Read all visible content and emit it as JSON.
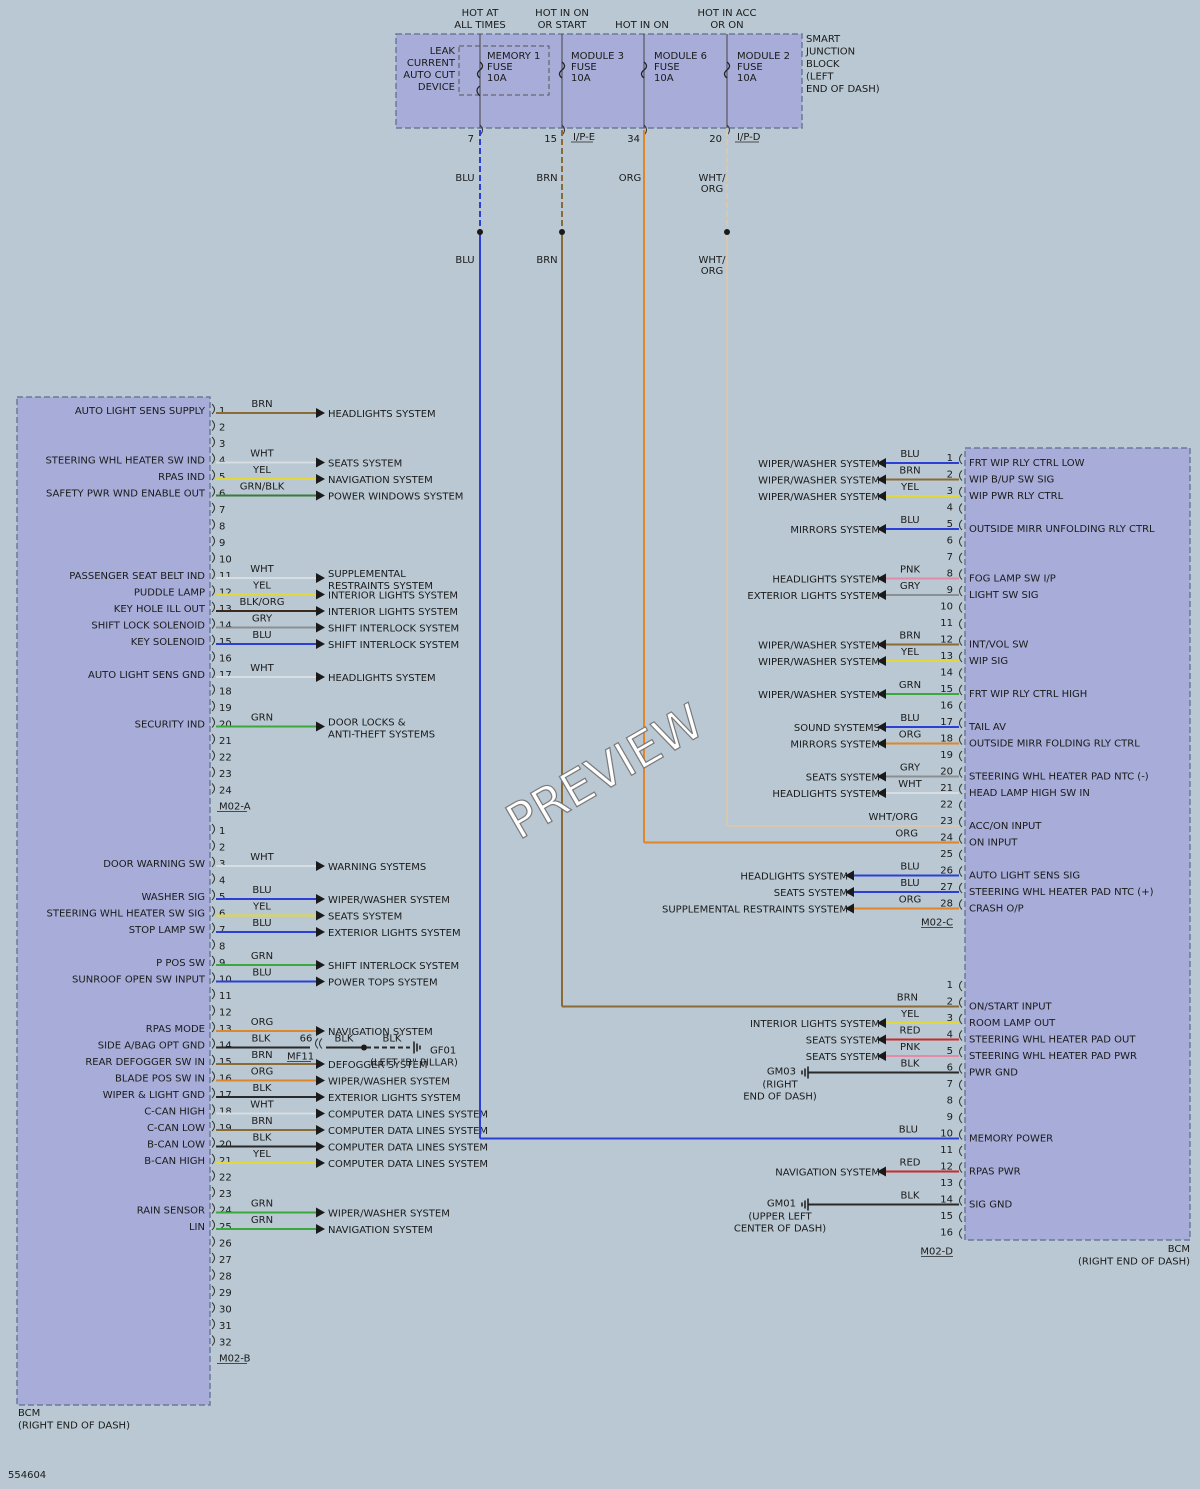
{
  "figure_id": "554604",
  "watermark": "PREVIEW",
  "colors": {
    "BLU": "#2b3fd6",
    "BRN": "#8a6a35",
    "ORG": "#e0862a",
    "WHT": "#d8dde2",
    "YEL": "#e3d83a",
    "GRN": "#3aa83a",
    "BLK": "#2a2a2a",
    "GRY": "#8c8f92",
    "RED": "#cc2a2a",
    "PNK": "#e28aa8",
    "BLK/ORG": "#3a2a1a",
    "GRN/BLK": "#3a7a3a",
    "WHT/ORG": "#d8c8b0",
    "box": "#a7add8",
    "boxStroke": "#6a7a9a"
  },
  "junction_block": {
    "label": [
      "SMART",
      "JUNCTION",
      "BLOCK",
      "(LEFT",
      "END OF DASH)"
    ],
    "headers": [
      [
        "HOT AT",
        "ALL TIMES"
      ],
      [
        "HOT IN ON",
        "OR START"
      ],
      [
        "HOT IN ON"
      ],
      [
        "HOT IN ACC",
        "OR ON"
      ]
    ],
    "leak_device": [
      "LEAK",
      "CURRENT",
      "AUTO CUT",
      "DEVICE"
    ],
    "fuses": [
      {
        "name": [
          "MEMORY 1",
          "FUSE",
          "10A"
        ]
      },
      {
        "name": [
          "MODULE 3",
          "FUSE",
          "10A"
        ]
      },
      {
        "name": [
          "MODULE 6",
          "FUSE",
          "10A"
        ]
      },
      {
        "name": [
          "MODULE 2",
          "FUSE",
          "10A"
        ]
      }
    ],
    "pins": [
      "7",
      "15",
      "34",
      "20"
    ],
    "connectors": [
      "I/P-E",
      "I/P-D"
    ],
    "wires": [
      {
        "color": "BLU",
        "labels": [
          "BLU",
          "BLU"
        ]
      },
      {
        "color": "BRN",
        "labels": [
          "BRN",
          "BRN"
        ]
      },
      {
        "color": "ORG",
        "labels": [
          "ORG"
        ]
      },
      {
        "color": "WHT/ORG",
        "labels": [
          "WHT/\nORG",
          "WHT/\nORG"
        ]
      }
    ]
  },
  "bcm_left": {
    "label": [
      "BCM",
      "(RIGHT END OF DASH)"
    ],
    "connectors": [
      {
        "name": "M02-A",
        "pins": [
          {
            "n": "1",
            "sig": "AUTO LIGHT SENS SUPPLY",
            "wire": "BRN",
            "dest": "HEADLIGHTS SYSTEM"
          },
          {
            "n": "2"
          },
          {
            "n": "3"
          },
          {
            "n": "4",
            "sig": "STEERING WHL HEATER SW IND",
            "wire": "WHT",
            "dest": "SEATS SYSTEM"
          },
          {
            "n": "5",
            "sig": "RPAS IND",
            "wire": "YEL",
            "dest": "NAVIGATION SYSTEM"
          },
          {
            "n": "6",
            "sig": "SAFETY PWR WND ENABLE OUT",
            "wire": "GRN/BLK",
            "dest": "POWER WINDOWS SYSTEM"
          },
          {
            "n": "7"
          },
          {
            "n": "8"
          },
          {
            "n": "9"
          },
          {
            "n": "10"
          },
          {
            "n": "11",
            "sig": "PASSENGER SEAT BELT IND",
            "wire": "WHT",
            "dest": "SUPPLEMENTAL\nRESTRAINTS SYSTEM"
          },
          {
            "n": "12",
            "sig": "PUDDLE LAMP",
            "wire": "YEL",
            "dest": "INTERIOR LIGHTS SYSTEM"
          },
          {
            "n": "13",
            "sig": "KEY HOLE ILL OUT",
            "wire": "BLK/ORG",
            "dest": "INTERIOR LIGHTS SYSTEM"
          },
          {
            "n": "14",
            "sig": "SHIFT LOCK SOLENOID",
            "wire": "GRY",
            "dest": "SHIFT INTERLOCK SYSTEM"
          },
          {
            "n": "15",
            "sig": "KEY SOLENOID",
            "wire": "BLU",
            "dest": "SHIFT INTERLOCK SYSTEM"
          },
          {
            "n": "16"
          },
          {
            "n": "17",
            "sig": "AUTO LIGHT SENS GND",
            "wire": "WHT",
            "dest": "HEADLIGHTS SYSTEM"
          },
          {
            "n": "18"
          },
          {
            "n": "19"
          },
          {
            "n": "20",
            "sig": "SECURITY IND",
            "wire": "GRN",
            "dest": "DOOR LOCKS &\nANTI-THEFT SYSTEMS"
          },
          {
            "n": "21"
          },
          {
            "n": "22"
          },
          {
            "n": "23"
          },
          {
            "n": "24"
          }
        ]
      },
      {
        "name": "M02-B",
        "pins": [
          {
            "n": "1"
          },
          {
            "n": "2"
          },
          {
            "n": "3",
            "sig": "DOOR WARNING SW",
            "wire": "WHT",
            "dest": "WARNING SYSTEMS"
          },
          {
            "n": "4"
          },
          {
            "n": "5",
            "sig": "WASHER SIG",
            "wire": "BLU",
            "dest": "WIPER/WASHER SYSTEM"
          },
          {
            "n": "6",
            "sig": "STEERING WHL HEATER SW SIG",
            "wire": "YEL",
            "dest": "SEATS SYSTEM"
          },
          {
            "n": "7",
            "sig": "STOP LAMP SW",
            "wire": "BLU",
            "dest": "EXTERIOR LIGHTS SYSTEM"
          },
          {
            "n": "8"
          },
          {
            "n": "9",
            "sig": "P POS SW",
            "wire": "GRN",
            "dest": "SHIFT INTERLOCK SYSTEM"
          },
          {
            "n": "10",
            "sig": "SUNROOF OPEN SW INPUT",
            "wire": "BLU",
            "dest": "POWER TOPS SYSTEM"
          },
          {
            "n": "11"
          },
          {
            "n": "12"
          },
          {
            "n": "13",
            "sig": "RPAS MODE",
            "wire": "ORG",
            "dest": "NAVIGATION SYSTEM"
          },
          {
            "n": "14",
            "sig": "SIDE A/BAG OPT GND",
            "wire": "BLK",
            "gnd": {
              "pin": "66",
              "conn": "MF11",
              "wire2": "BLK",
              "wire3": "BLK",
              "name": "GF01",
              "loc": "(LEFT \"B\" PILLAR)"
            }
          },
          {
            "n": "15",
            "sig": "REAR DEFOGGER SW IN",
            "wire": "BRN",
            "dest": "DEFOGGER SYSTEM"
          },
          {
            "n": "16",
            "sig": "BLADE POS SW IN",
            "wire": "ORG",
            "dest": "WIPER/WASHER SYSTEM"
          },
          {
            "n": "17",
            "sig": "WIPER & LIGHT GND",
            "wire": "BLK",
            "dest": "EXTERIOR LIGHTS SYSTEM"
          },
          {
            "n": "18",
            "sig": "C-CAN HIGH",
            "wire": "WHT",
            "dest": "COMPUTER DATA LINES SYSTEM"
          },
          {
            "n": "19",
            "sig": "C-CAN LOW",
            "wire": "BRN",
            "dest": "COMPUTER DATA LINES SYSTEM"
          },
          {
            "n": "20",
            "sig": "B-CAN LOW",
            "wire": "BLK",
            "dest": "COMPUTER DATA LINES SYSTEM"
          },
          {
            "n": "21",
            "sig": "B-CAN HIGH",
            "wire": "YEL",
            "dest": "COMPUTER DATA LINES SYSTEM"
          },
          {
            "n": "22"
          },
          {
            "n": "23"
          },
          {
            "n": "24",
            "sig": "RAIN SENSOR",
            "wire": "GRN",
            "dest": "WIPER/WASHER SYSTEM"
          },
          {
            "n": "25",
            "sig": "LIN",
            "wire": "GRN",
            "dest": "NAVIGATION SYSTEM"
          },
          {
            "n": "26"
          },
          {
            "n": "27"
          },
          {
            "n": "28"
          },
          {
            "n": "29"
          },
          {
            "n": "30"
          },
          {
            "n": "31"
          },
          {
            "n": "32"
          }
        ]
      }
    ]
  },
  "bcm_right": {
    "label": [
      "BCM",
      "(RIGHT END OF DASH)"
    ],
    "connectors": [
      {
        "name": "M02-C",
        "pins": [
          {
            "n": "1",
            "sig": "FRT WIP RLY CTRL LOW",
            "wire": "BLU",
            "dest": "WIPER/WASHER SYSTEM"
          },
          {
            "n": "2",
            "sig": "WIP B/UP SW SIG",
            "wire": "BRN",
            "dest": "WIPER/WASHER SYSTEM"
          },
          {
            "n": "3",
            "sig": "WIP PWR RLY CTRL",
            "wire": "YEL",
            "dest": "WIPER/WASHER SYSTEM"
          },
          {
            "n": "4"
          },
          {
            "n": "5",
            "sig": "OUTSIDE MIRR UNFOLDING RLY CTRL",
            "wire": "BLU",
            "dest": "MIRRORS SYSTEM"
          },
          {
            "n": "6"
          },
          {
            "n": "7"
          },
          {
            "n": "8",
            "sig": "FOG LAMP SW I/P",
            "wire": "PNK",
            "dest": "HEADLIGHTS SYSTEM"
          },
          {
            "n": "9",
            "sig": "LIGHT SW SIG",
            "wire": "GRY",
            "dest": "EXTERIOR LIGHTS SYSTEM"
          },
          {
            "n": "10"
          },
          {
            "n": "11"
          },
          {
            "n": "12",
            "sig": "INT/VOL SW",
            "wire": "BRN",
            "dest": "WIPER/WASHER SYSTEM"
          },
          {
            "n": "13",
            "sig": "WIP SIG",
            "wire": "YEL",
            "dest": "WIPER/WASHER SYSTEM"
          },
          {
            "n": "14"
          },
          {
            "n": "15",
            "sig": "FRT WIP RLY CTRL HIGH",
            "wire": "GRN",
            "dest": "WIPER/WASHER SYSTEM"
          },
          {
            "n": "16"
          },
          {
            "n": "17",
            "sig": "TAIL AV",
            "wire": "BLU",
            "dest": "SOUND SYSTEMS"
          },
          {
            "n": "18",
            "sig": "OUTSIDE MIRR FOLDING RLY CTRL",
            "wire": "ORG",
            "dest": "MIRRORS SYSTEM"
          },
          {
            "n": "19"
          },
          {
            "n": "20",
            "sig": "STEERING WHL HEATER PAD NTC (-)",
            "wire": "GRY",
            "dest": "SEATS SYSTEM"
          },
          {
            "n": "21",
            "sig": "HEAD LAMP HIGH SW IN",
            "wire": "WHT",
            "dest": "HEADLIGHTS SYSTEM"
          },
          {
            "n": "22"
          },
          {
            "n": "23",
            "sig": "ACC/ON INPUT",
            "wire": "WHT/ORG",
            "fromTop": 3
          },
          {
            "n": "24",
            "sig": "ON INPUT",
            "wire": "ORG",
            "fromTop": 2
          },
          {
            "n": "25"
          },
          {
            "n": "26",
            "sig": "AUTO LIGHT SENS SIG",
            "wire": "BLU",
            "dest": "HEADLIGHTS SYSTEM",
            "far": true
          },
          {
            "n": "27",
            "sig": "STEERING WHL HEATER PAD NTC (+)",
            "wire": "BLU",
            "dest": "SEATS SYSTEM",
            "far": true
          },
          {
            "n": "28",
            "sig": "CRASH O/P",
            "wire": "ORG",
            "dest": "SUPPLEMENTAL RESTRAINTS SYSTEM",
            "far": true
          }
        ]
      },
      {
        "name": "M02-D",
        "pins": [
          {
            "n": "1"
          },
          {
            "n": "2",
            "sig": "ON/START INPUT",
            "wire": "BRN",
            "fromTop": 1
          },
          {
            "n": "3",
            "sig": "ROOM LAMP OUT",
            "wire": "YEL",
            "dest": "INTERIOR LIGHTS SYSTEM"
          },
          {
            "n": "4",
            "sig": "STEERING WHL HEATER PAD OUT",
            "wire": "RED",
            "dest": "SEATS SYSTEM"
          },
          {
            "n": "5",
            "sig": "STEERING WHL HEATER PAD PWR",
            "wire": "PNK",
            "dest": "SEATS SYSTEM"
          },
          {
            "n": "6",
            "sig": "PWR GND",
            "wire": "BLK",
            "gnd": {
              "name": "GM03",
              "loc": [
                "(RIGHT",
                "END OF DASH)"
              ]
            }
          },
          {
            "n": "7"
          },
          {
            "n": "8"
          },
          {
            "n": "9"
          },
          {
            "n": "10",
            "sig": "MEMORY POWER",
            "wire": "BLU",
            "fromTop": 0
          },
          {
            "n": "11"
          },
          {
            "n": "12",
            "sig": "RPAS PWR",
            "wire": "RED",
            "dest": "NAVIGATION SYSTEM"
          },
          {
            "n": "13"
          },
          {
            "n": "14",
            "sig": "SIG GND",
            "wire": "BLK",
            "gnd": {
              "name": "GM01",
              "loc": [
                "(UPPER LEFT",
                "CENTER OF DASH)"
              ]
            }
          },
          {
            "n": "15"
          },
          {
            "n": "16"
          }
        ]
      }
    ]
  }
}
